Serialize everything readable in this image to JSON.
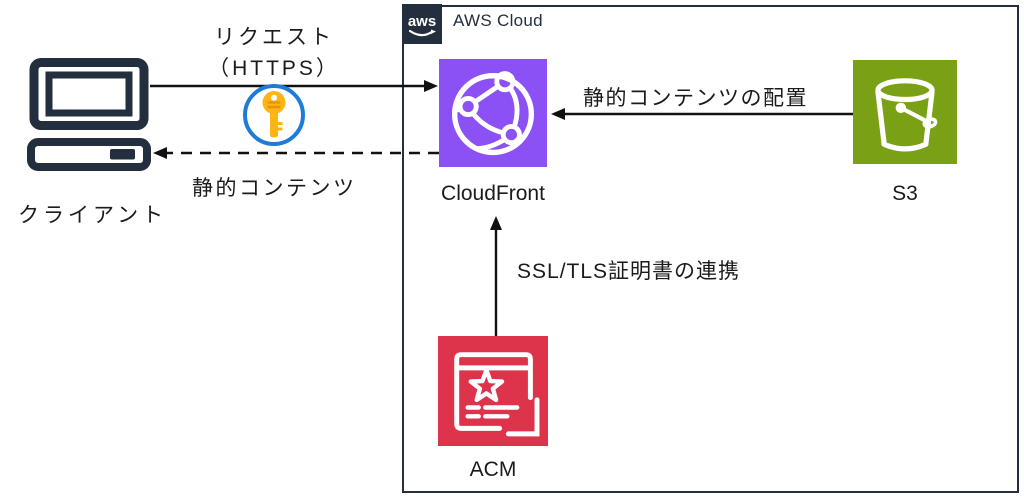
{
  "diagram": {
    "aws_cloud": {
      "logo_text": "aws",
      "label": "AWS Cloud"
    },
    "nodes": {
      "client": {
        "label": "クライアント"
      },
      "cloudfront": {
        "label": "CloudFront"
      },
      "s3": {
        "label": "S3"
      },
      "acm": {
        "label": "ACM"
      }
    },
    "edges": {
      "request": {
        "from": "client",
        "to": "cloudfront",
        "label_line1": "リクエスト",
        "label_line2": "（HTTPS）",
        "style": "solid"
      },
      "response": {
        "from": "cloudfront",
        "to": "client",
        "label": "静的コンテンツ",
        "style": "dashed"
      },
      "s3_to_cloudfront": {
        "from": "s3",
        "to": "cloudfront",
        "label": "静的コンテンツの配置",
        "style": "solid"
      },
      "acm_to_cloudfront": {
        "from": "acm",
        "to": "cloudfront",
        "label": "SSL/TLS証明書の連携",
        "style": "solid"
      }
    }
  },
  "colors": {
    "cloudfront_purple": "#8B51F5",
    "s3_green": "#7AA116",
    "acm_red": "#DD344C",
    "aws_navy": "#232F3E",
    "key_gold": "#FDB515",
    "key_gold_dark": "#E8930C",
    "key_blue": "#1E7CD8",
    "ink": "#1B1B1B",
    "line": "#111111"
  }
}
